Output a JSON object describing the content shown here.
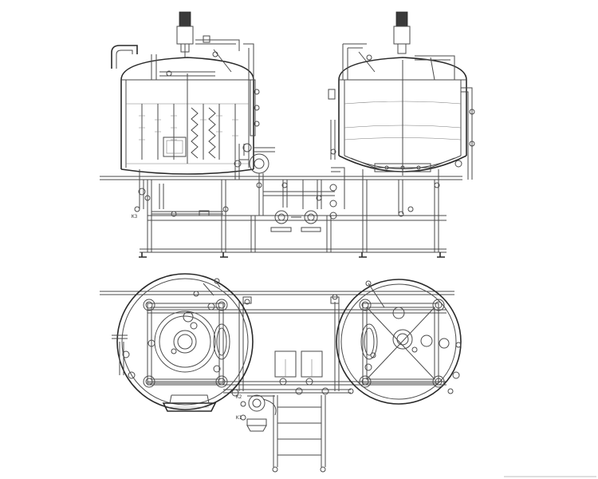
{
  "labels": {
    "valve_a": "K2",
    "valve_b": "K1",
    "valve_c": "K3"
  },
  "colors": {
    "line": "#4a4a4a",
    "background": "#ffffff"
  }
}
